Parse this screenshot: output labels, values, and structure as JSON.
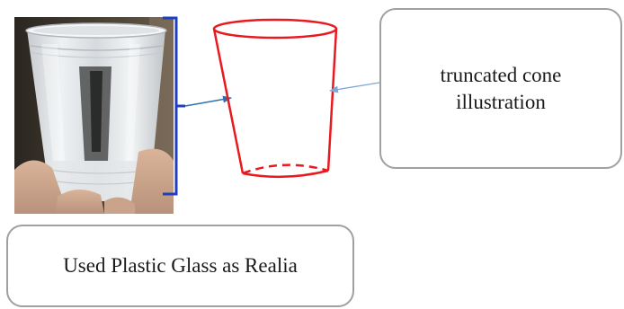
{
  "labels": {
    "cone_box": "truncated cone illustration",
    "realia_box": "Used Plastic Glass as Realia"
  },
  "colors": {
    "cone_outline": "#e8191f",
    "bracket": "#1f3fbf",
    "arrow_dark": "#2e6fb3",
    "arrow_light": "#7fa8d8",
    "box_border": "#a0a0a0"
  },
  "icons": {
    "photo": "plastic-cup-photo",
    "shape": "truncated-cone-outline"
  }
}
